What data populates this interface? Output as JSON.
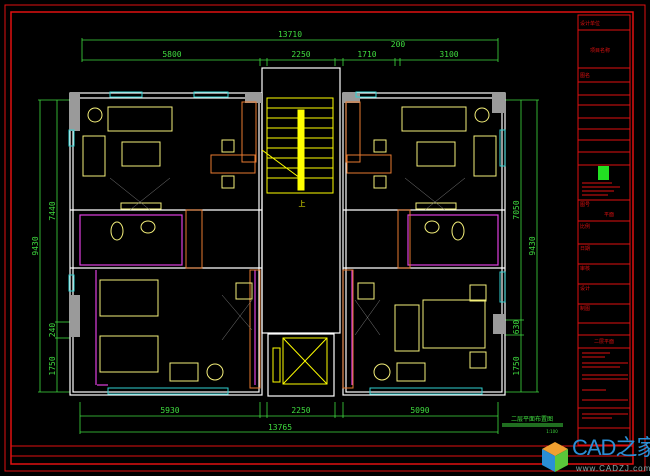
{
  "drawing": {
    "title": "二层平面布置图",
    "scale": "1:100",
    "stair_label": "上",
    "dimensions": {
      "top_overall": "13710",
      "top_segments": [
        "5800",
        "2250",
        "1710",
        "200",
        "3100"
      ],
      "bottom_segments": [
        "5930",
        "2250",
        "5090"
      ],
      "bottom_overall": "13765",
      "left_overall": "9430",
      "left_segments": [
        "7440",
        "240",
        "1750"
      ],
      "right_overall": "9430",
      "right_segments": [
        "7050",
        "630",
        "1750"
      ]
    }
  },
  "title_block": {
    "project_name": "项目名称",
    "fields": [
      "设计单位",
      "图名",
      "图号",
      "比例",
      "日期",
      "审核",
      "设计",
      "制图"
    ],
    "drawing_name": "平面",
    "sheet_no": "二层平面"
  },
  "watermark": {
    "brand": "CAD之家",
    "url": "www.CADZJ.com"
  },
  "colors": {
    "frame": "#e01010",
    "dimension": "#3fdc3f",
    "wall": "#ffffff",
    "furniture": "#f5f07a",
    "partition": "#e040e0",
    "window": "#30d0d0",
    "stair": "#ffff00",
    "column": "#9a9a9a",
    "door": "#e87a30"
  }
}
